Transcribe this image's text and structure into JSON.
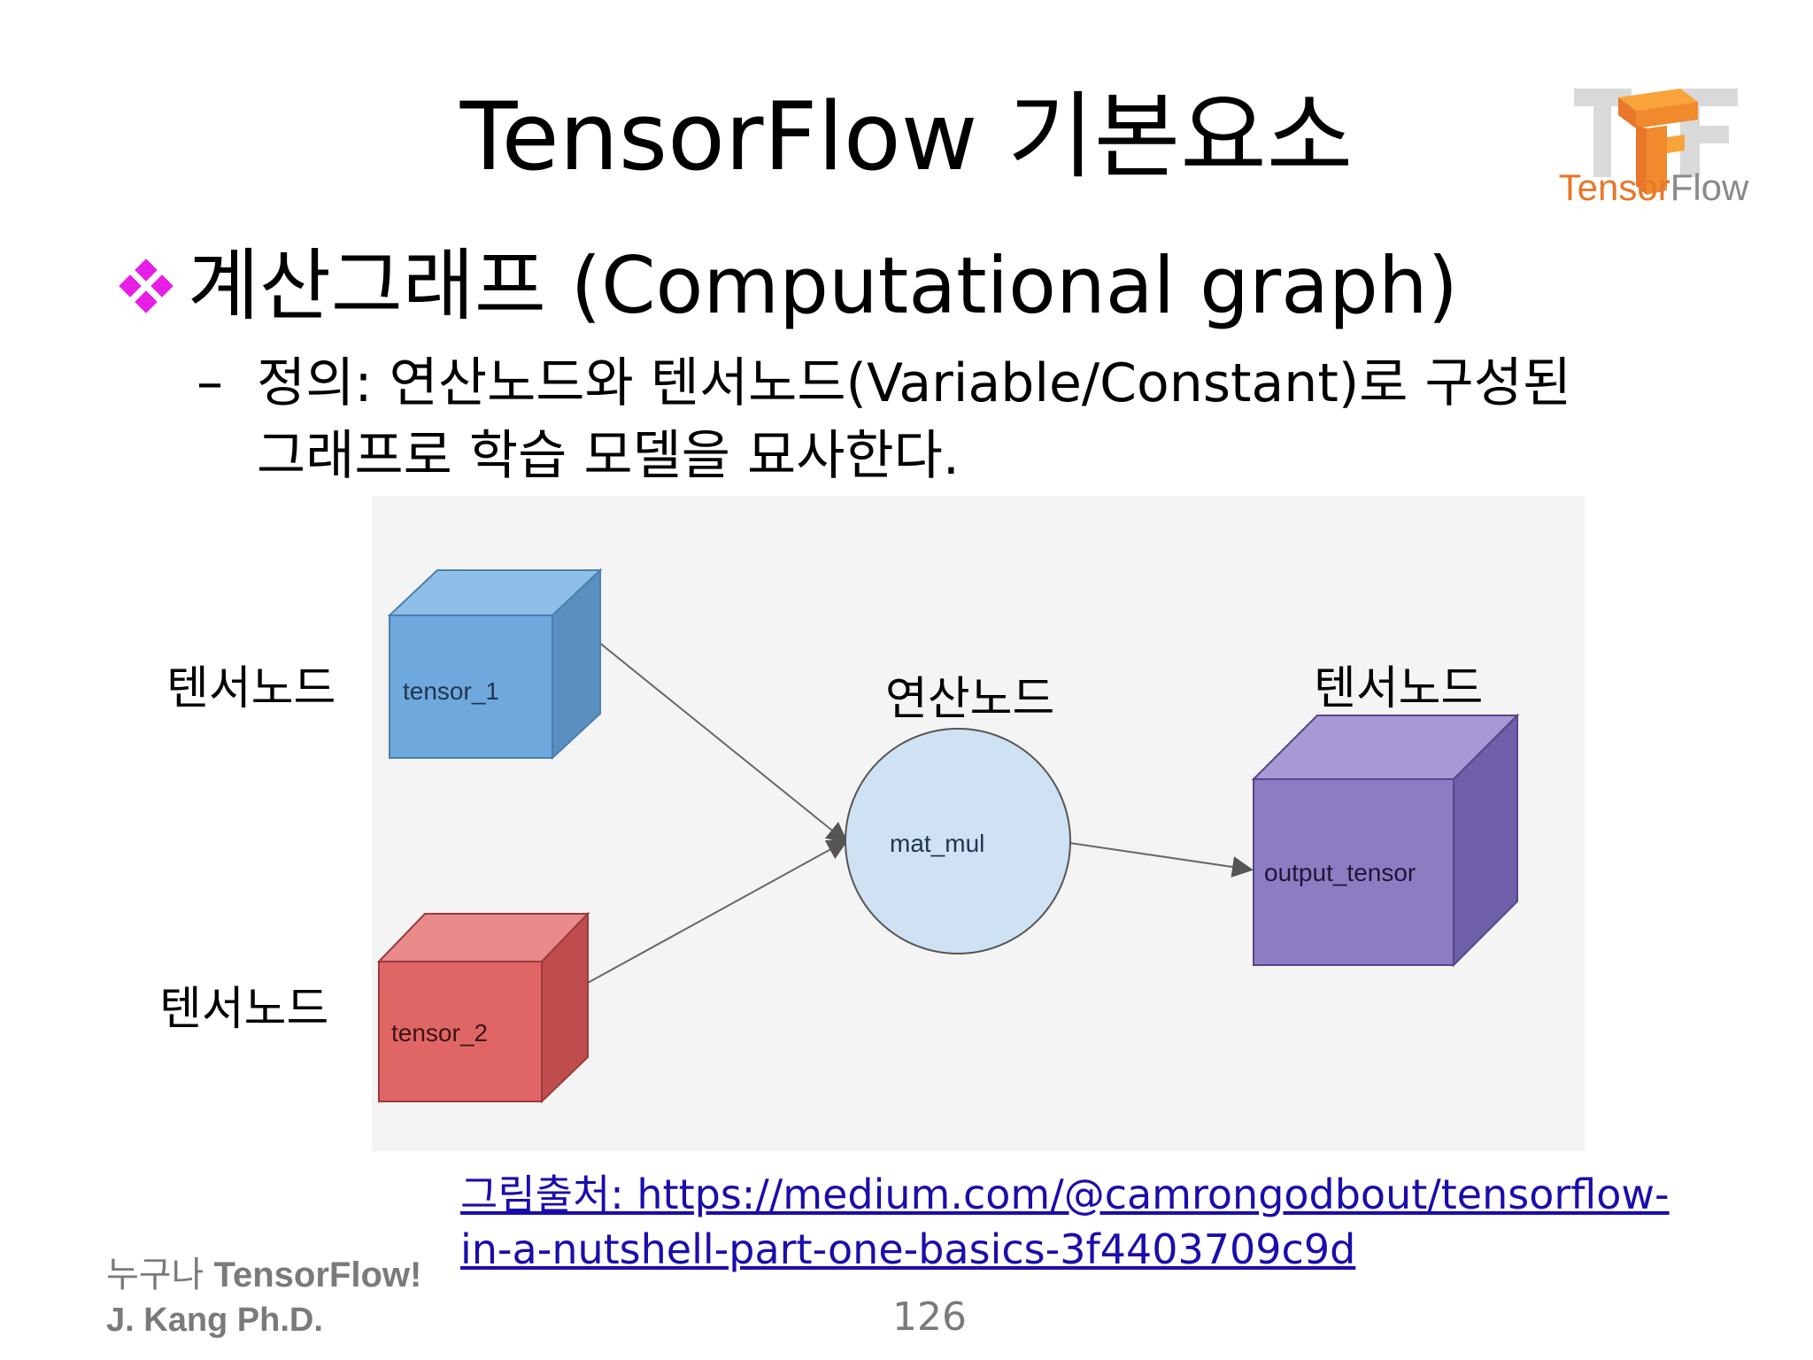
{
  "slide": {
    "title": "TensorFlow 기본요소",
    "logo_text_a": "Tensor",
    "logo_text_b": "Flow",
    "bullet": "계산그래프 (Computational graph)",
    "sub_dash": "–",
    "sub_line1": "정의: 연산노드와 텐서노드(Variable/Constant)로 구성된",
    "sub_line2": "그래프로 학습 모델을 묘사한다.",
    "caption_line1": "그림출처: https://medium.com/@camrongodbout/tensorflow-",
    "caption_line2": "in-a-nutshell-part-one-basics-3f4403709c9d",
    "footer_brand_ko": "누구나",
    "footer_brand_en": " TensorFlow!",
    "footer_author": "J. Kang Ph.D.",
    "page_number": "126"
  },
  "diagram": {
    "labels": {
      "tensor_node_top": "텐서노드",
      "tensor_node_bottom": "텐서노드",
      "op_node": "연산노드",
      "tensor_node_out": "텐서노드"
    },
    "nodes": {
      "tensor_1": "tensor_1",
      "tensor_2": "tensor_2",
      "mat_mul": "mat_mul",
      "output_tensor": "output_tensor"
    },
    "colors": {
      "blue_front": "#6fa8dc",
      "blue_top": "#8fbfe8",
      "blue_side": "#5a8fc0",
      "red_front": "#e06666",
      "red_top": "#ea8a8a",
      "red_side": "#c04d4d",
      "purple_front": "#8e7cc3",
      "purple_top": "#a898d4",
      "purple_side": "#6f5ea8",
      "circle": "#cfe2f3",
      "bullet": "#e61ee6"
    }
  }
}
